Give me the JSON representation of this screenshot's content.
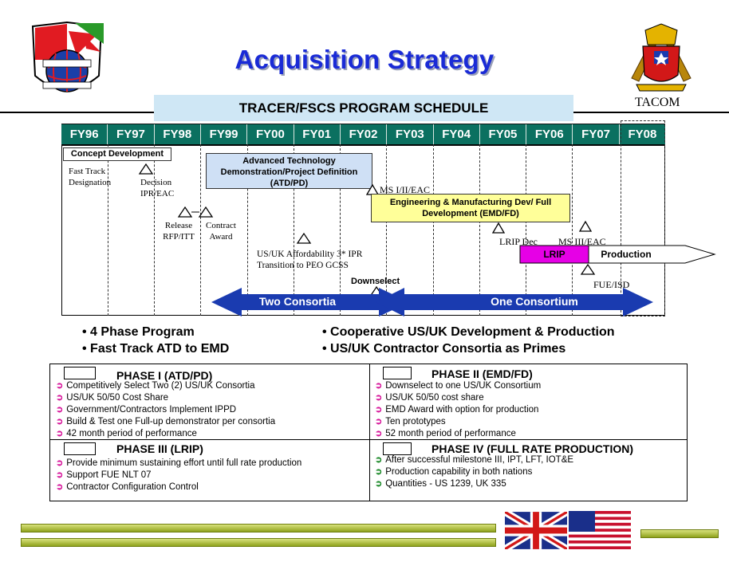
{
  "title": "Acquisition Strategy",
  "org_label": "TACOM",
  "schedule": {
    "banner": "TRACER/FSCS PROGRAM SCHEDULE",
    "years": [
      "FY96",
      "FY97",
      "FY98",
      "FY99",
      "FY00",
      "FY01",
      "FY02",
      "FY03",
      "FY04",
      "FY05",
      "FY06",
      "FY07",
      "FY08"
    ],
    "concept_dev": "Concept Development",
    "fast_track": "Fast Track Designation",
    "decision": "Decision IPR/EAC",
    "release": "Release RFP/ITT",
    "contract_award": "Contract Award",
    "atd_pd": "Advanced Technology Demonstration/Project Definition (ATD/PD)",
    "ms_i_ii": "MS I/II/EAC",
    "emd_fd": "Engineering & Manufacturing Dev/ Full Development (EMD/FD)",
    "affordability": "US/UK Affordability 3* IPR Transition to PEO GCSS",
    "lrip_dec": "LRIP Dec",
    "ms_iii": "MS III/EAC",
    "lrip": "LRIP",
    "production": "Production",
    "downselect": "Downselect",
    "fue_isd": "FUE/ISD",
    "two_consortia": "Two Consortia",
    "one_consortium": "One Consortium"
  },
  "bullets_left": [
    "• 4 Phase Program",
    "• Fast Track ATD to EMD"
  ],
  "bullets_right": [
    "• Cooperative US/UK Development & Production",
    "• US/UK Contractor Consortia as Primes"
  ],
  "phases": {
    "phase1": {
      "title": "PHASE I (ATD/PD)",
      "items": [
        "Competitively Select Two (2) US/UK Consortia",
        "US/UK 50/50 Cost Share",
        "Government/Contractors Implement IPPD",
        "Build & Test one Full-up demonstrator per consortia",
        "42 month period of performance"
      ]
    },
    "phase2": {
      "title": "PHASE II (EMD/FD)",
      "items": [
        "Downselect to one US/UK Consortium",
        "US/UK 50/50 cost share",
        "EMD Award with option for production",
        "Ten prototypes",
        "52 month period of performance"
      ]
    },
    "phase3": {
      "title": "PHASE III (LRIP)",
      "items": [
        "Provide minimum sustaining effort until full rate production",
        "Support FUE NLT 07",
        "Contractor Configuration Control"
      ]
    },
    "phase4": {
      "title": "PHASE IV (FULL RATE PRODUCTION)",
      "items": [
        "After successful milestone III, IPT, LFT, IOT&E",
        "Production capability in both nations",
        "Quantities - US 1239, UK 335"
      ]
    }
  },
  "colors": {
    "title": "#1a2bd6",
    "fy_bar": "#0b7060",
    "arrow": "#1a3bb0",
    "lrip": "#e600e6",
    "emd_box": "#ffff99",
    "atd_box": "#cfe0f5",
    "banner": "#cfe7f5"
  }
}
